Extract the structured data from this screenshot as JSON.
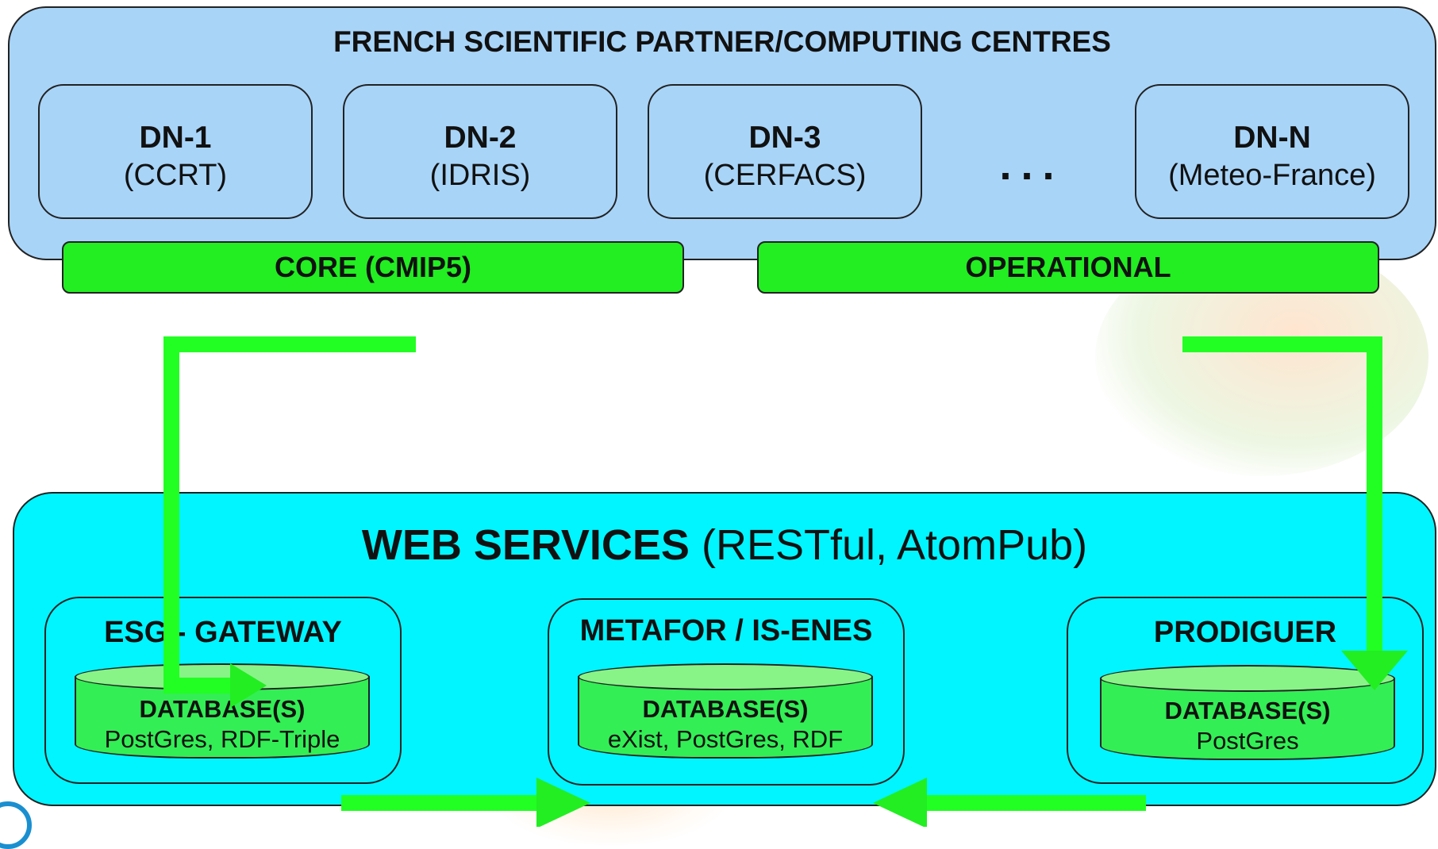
{
  "top": {
    "title": "FRENCH SCIENTIFIC PARTNER/COMPUTING CENTRES",
    "nodes": [
      {
        "code": "DN-1",
        "name": "(CCRT)"
      },
      {
        "code": "DN-2",
        "name": "(IDRIS)"
      },
      {
        "code": "DN-3",
        "name": "(CERFACS)"
      },
      {
        "code": "DN-N",
        "name": "(Meteo-France)"
      }
    ],
    "ellipsis": "...",
    "bars": [
      "CORE  (CMIP5)",
      "OPERATIONAL"
    ]
  },
  "web_services": {
    "title_bold": "WEB SERVICES",
    "title_rest": " (RESTful, AtomPub)",
    "services": [
      {
        "title": "ESG - GATEWAY",
        "db_label": "DATABASE(S)",
        "db_sub": "PostGres, RDF-Triple"
      },
      {
        "title": "METAFOR / IS-ENES",
        "db_label": "DATABASE(S)",
        "db_sub": "eXist, PostGres, RDF"
      },
      {
        "title": "PRODIGUER",
        "db_label": "DATABASE(S)",
        "db_sub": "PostGres"
      }
    ]
  },
  "colors": {
    "top_panel": "#a8d4f8",
    "bottom_panel": "#00f5ff",
    "bar_green": "#22ee22",
    "arrow_green": "#22ff22",
    "db_green": "#33ee55"
  }
}
